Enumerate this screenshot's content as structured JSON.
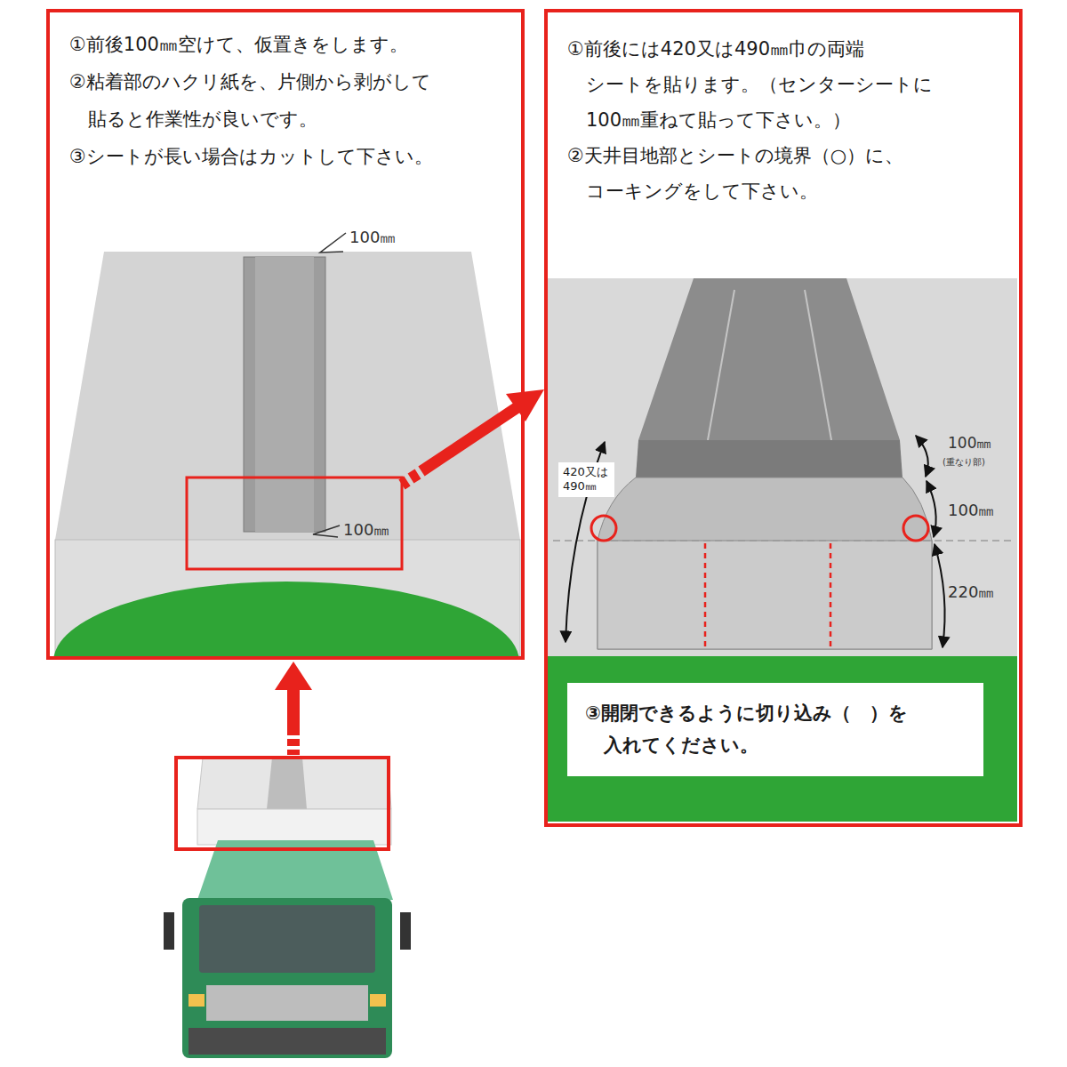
{
  "diagram": {
    "nodes": [
      {
        "text": [
          "①前後100㎜空けて、仮置きをします。",
          "②粘着部のハクリ紙を、片側から剥がして 貼ると作業性が良いです。",
          "③シートが長い場合はカットして下さい。"
        ]
      },
      {
        "text": [
          "①前後には420又は490㎜巾の両端 シートを貼ります。（センターシートに 100㎜重ねて貼って下さい。）",
          "②天井目地部とシートの境界（○）に、 コーキングをして下さい。"
        ]
      },
      {
        "text": [
          "420又は 490㎜"
        ],
        "in": 1
      },
      {
        "text": [
          "③開閉できるように切り込み（　）を 入れてください。"
        ],
        "in": 1
      }
    ],
    "labels": [
      "100㎜",
      "100㎜",
      "100㎜",
      "(重なり部)",
      "100㎜",
      "220㎜"
    ]
  }
}
